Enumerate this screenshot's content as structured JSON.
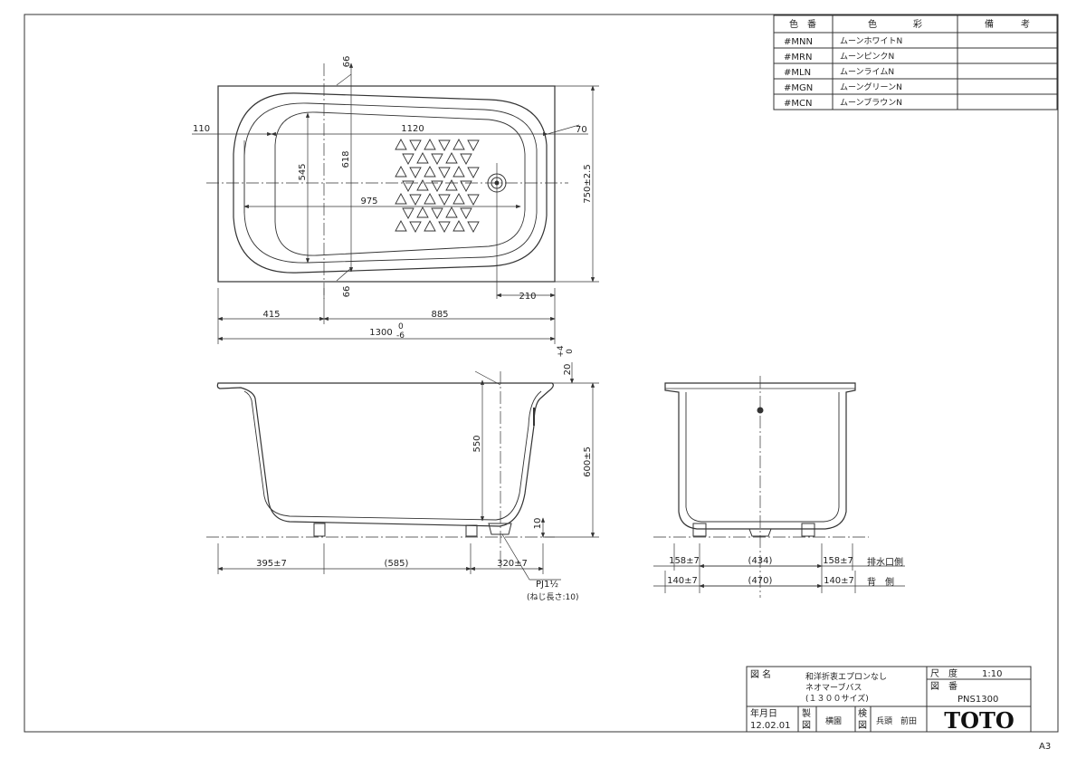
{
  "color_table": {
    "headers": [
      "色　番",
      "色　　　　彩",
      "備　　　考"
    ],
    "rows": [
      {
        "code": "#MNN",
        "name": "ムーンホワイトN",
        "note": ""
      },
      {
        "code": "#MRN",
        "name": "ムーンピンクN",
        "note": ""
      },
      {
        "code": "#MLN",
        "name": "ムーンライムN",
        "note": ""
      },
      {
        "code": "#MGN",
        "name": "ムーングリーンN",
        "note": ""
      },
      {
        "code": "#MCN",
        "name": "ムーンブラウンN",
        "note": ""
      }
    ]
  },
  "plan_dims": {
    "top_66": "66",
    "bottom_66": "66",
    "d110": "110",
    "d1120": "1120",
    "d70": "70",
    "d545": "545",
    "d618": "618",
    "d975": "975",
    "d750": "750±2.5",
    "d210": "210",
    "d415": "415",
    "d885": "885",
    "d1300": "1300",
    "d1300_tol_top": "0",
    "d1300_tol_bottom": "-6"
  },
  "side_dims": {
    "d20": "20",
    "d20_tol_top": "+4",
    "d20_tol_bottom": "0",
    "d550": "550",
    "d600": "600±5",
    "d10": "10",
    "d395": "395±7",
    "d585": "(585)",
    "d320": "320±7",
    "pj": "PJ1½",
    "pj_note": "(ねじ長さ:10)"
  },
  "end_dims": {
    "d158_left": "158±7",
    "d434": "(434)",
    "d158_right": "158±7",
    "drain_side": "排水口側",
    "d140_left": "140±7",
    "d470": "(470)",
    "d140_right": "140±7",
    "back_side": "背　側"
  },
  "title_block": {
    "drawing_name_label": "図 名",
    "name_line1": "和洋折衷エプロンなし",
    "name_line2": "ネオマーブバス",
    "name_line3": "(１３００サイズ)",
    "scale_label": "尺　度",
    "scale_value": "1:10",
    "drawing_no_label": "図　番",
    "drawing_no_value": "PNS1300",
    "date_label": "年月日",
    "date_value": "12.02.01",
    "made_label_1": "製",
    "made_label_2": "図",
    "made_value": "横園",
    "check_label_1": "検",
    "check_label_2": "図",
    "check_value": "兵頭　前田",
    "logo": "TOTO"
  },
  "sheet_size": "A3"
}
